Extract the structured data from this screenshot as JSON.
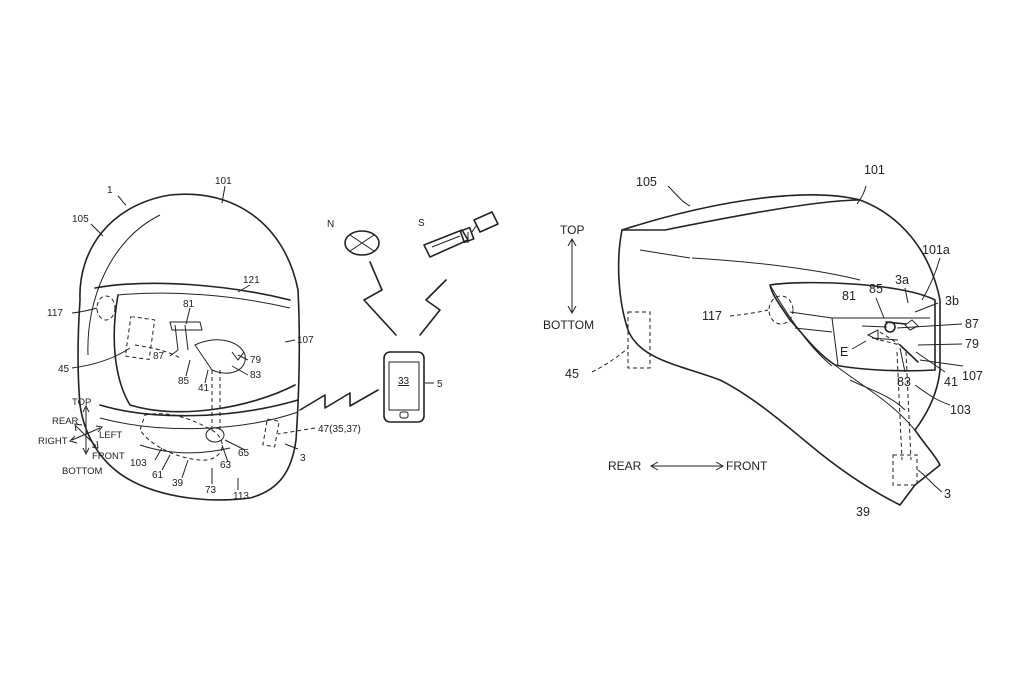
{
  "figure_left": {
    "labels": {
      "system": "1",
      "shell_top": "101",
      "shell_rear": "105",
      "visor": "121",
      "shield": "107",
      "speaker": "117",
      "mirror_mount": "81",
      "projector": "87",
      "lens": "85",
      "light": "41",
      "combiner": "79",
      "reflector": "83",
      "battery": "45",
      "controller": "103",
      "cable": "61",
      "sensor": "39",
      "module_a": "63",
      "module_b": "65",
      "module_c": "73",
      "chin": "113",
      "transceiver": "47(35,37)",
      "unit": "3",
      "phone_ref": "5",
      "phone_screen": "33",
      "node_n": "N",
      "node_s": "S"
    },
    "directions": {
      "top": "TOP",
      "rear": "REAR",
      "right": "RIGHT",
      "left": "LEFT",
      "front": "FRONT",
      "bottom": "BOTTOM"
    }
  },
  "figure_right": {
    "labels": {
      "shell_top": "101",
      "shell_rear": "105",
      "shield_edge": "101a",
      "part_3a": "3a",
      "part_3b": "3b",
      "mirror_mount": "81",
      "lens": "85",
      "projector": "87",
      "combiner": "79",
      "eye": "E",
      "reflector": "83",
      "light": "41",
      "shield": "107",
      "speaker": "117",
      "battery": "45",
      "controller": "103",
      "unit": "3",
      "sensor": "39"
    },
    "directions": {
      "top": "TOP",
      "bottom": "BOTTOM",
      "rear": "REAR",
      "front": "FRONT"
    }
  }
}
